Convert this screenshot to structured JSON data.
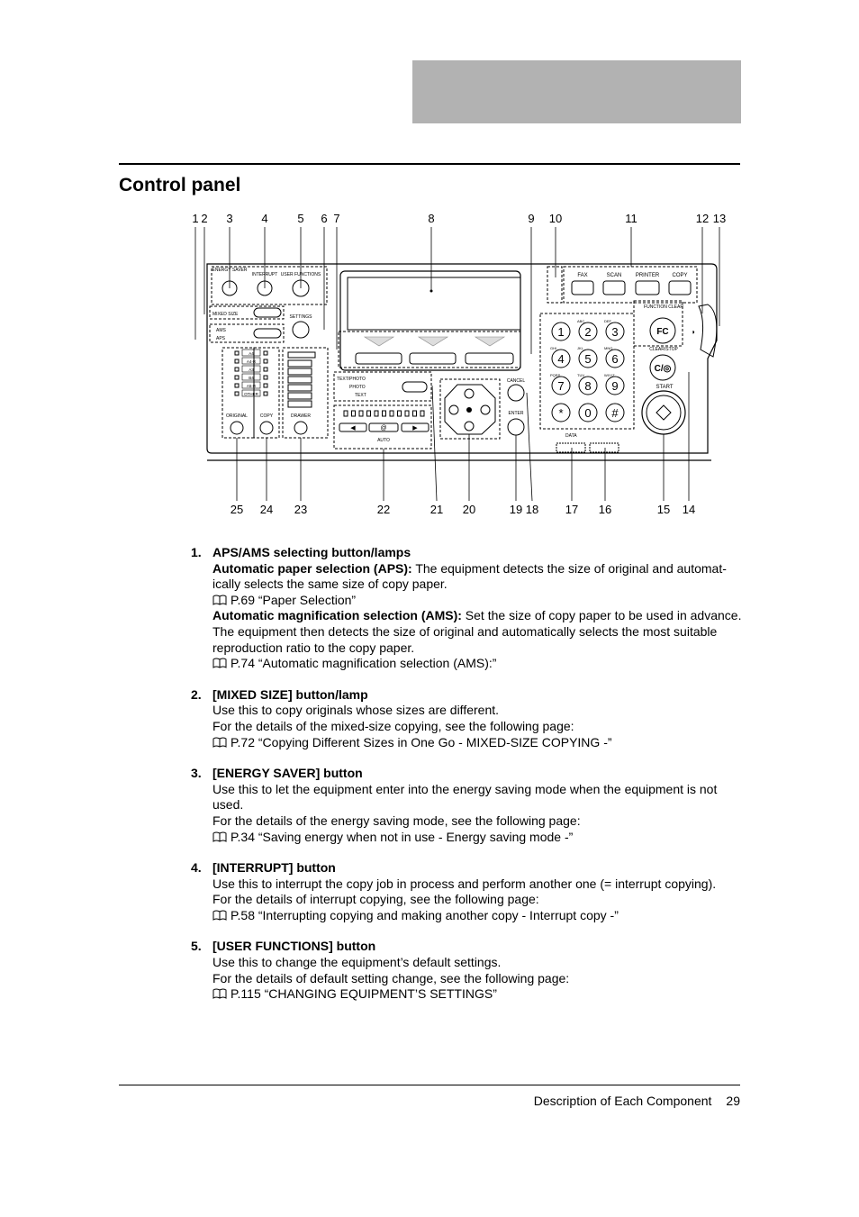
{
  "page": {
    "section_title": "Control panel",
    "footer_text": "Description of Each Component",
    "page_number": "29"
  },
  "diagram": {
    "callout_numbers_top": [
      "1",
      "2",
      "3",
      "4",
      "5",
      "6",
      "7",
      "8",
      "9",
      "10",
      "11",
      "12",
      "13"
    ],
    "callout_numbers_bottom": [
      "25",
      "24",
      "23",
      "22",
      "21",
      "20",
      "19",
      "18",
      "17",
      "16",
      "15",
      "14"
    ],
    "panel_labels": {
      "energy_saver": "ENERGY SAVER",
      "interrupt": "INTERRUPT",
      "user_functions": "USER FUNCTIONS",
      "mixed_size": "MIXED SIZE",
      "ams": "AMS",
      "aps": "APS",
      "settings": "SETTINGS",
      "original": "ORIGINAL",
      "copy_btn": "COPY",
      "drawer": "DRAWER",
      "sizes": [
        "A4",
        "A4-R",
        "A3",
        "B4",
        "A5-R",
        "OTHER"
      ],
      "text_photo": "TEXT/PHOTO",
      "photo": "PHOTO",
      "text": "TEXT",
      "auto": "AUTO",
      "fax": "FAX",
      "scan": "SCAN",
      "printer": "PRINTER",
      "copy": "COPY",
      "function_clear": "FUNCTION CLEAR",
      "fc": "FC",
      "clear_stop": "CLEAR/STOP",
      "cq": "C/◎",
      "start": "START",
      "cancel": "CANCEL",
      "enter": "ENTER",
      "data": "DATA",
      "keys": [
        "1",
        "2",
        "3",
        "4",
        "5",
        "6",
        "7",
        "8",
        "9",
        "*",
        "0",
        "#"
      ],
      "key_letters": [
        "",
        "ABC",
        "DEF",
        "GHI",
        "JKL",
        "MNO",
        "PQRS",
        "TUV",
        "WXYZ",
        "",
        "",
        ""
      ]
    }
  },
  "items": [
    {
      "number": "1.",
      "title": "APS/AMS selecting button/lamps",
      "paragraphs": [
        {
          "bold": "Automatic paper selection (APS):",
          "text": " The equipment detects the size of original and automat-ically selects the same size of copy paper."
        },
        {
          "ref": "P.69 “Paper Selection”"
        },
        {
          "bold": "Automatic magnification selection (AMS):",
          "text": " Set the size of copy paper to be used in advance. The equipment then detects the size of original and automatically selects the most suitable reproduction ratio to the copy paper."
        },
        {
          "ref": "P.74 “Automatic magnification selection (AMS):”"
        }
      ]
    },
    {
      "number": "2.",
      "title": "[MIXED SIZE] button/lamp",
      "paragraphs": [
        {
          "text": "Use this to copy originals whose sizes are different."
        },
        {
          "text": "For the details of the mixed-size copying, see the following page:"
        },
        {
          "ref": "P.72 “Copying Different Sizes in One Go - MIXED-SIZE COPYING -”"
        }
      ]
    },
    {
      "number": "3.",
      "title": "[ENERGY SAVER] button",
      "paragraphs": [
        {
          "text": "Use this to let the equipment enter into the energy saving mode when the equipment is not used."
        },
        {
          "text": "For the details of the energy saving mode, see the following page:"
        },
        {
          "ref": "P.34 “Saving energy when not in use - Energy saving mode -”"
        }
      ]
    },
    {
      "number": "4.",
      "title": "[INTERRUPT] button",
      "paragraphs": [
        {
          "text": "Use this to interrupt the copy job in process and perform another one (= interrupt copying)."
        },
        {
          "text": "For the details of interrupt copying, see the following page:"
        },
        {
          "ref": "P.58 “Interrupting copying and making another copy - Interrupt copy -”"
        }
      ]
    },
    {
      "number": "5.",
      "title": "[USER FUNCTIONS] button",
      "paragraphs": [
        {
          "text": "Use this to change the equipment’s default settings."
        },
        {
          "text": "For the details of default setting change, see the following page:"
        },
        {
          "ref": "P.115 “CHANGING EQUIPMENT’S SETTINGS”"
        }
      ]
    }
  ]
}
